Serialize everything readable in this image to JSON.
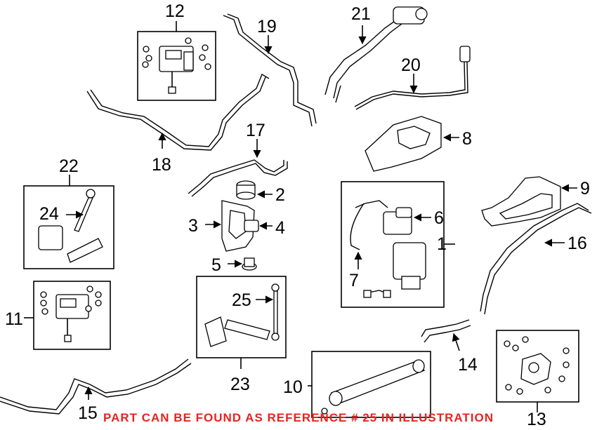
{
  "callouts": {
    "c1": "1",
    "c2": "2",
    "c3": "3",
    "c4": "4",
    "c5": "5",
    "c6": "6",
    "c7": "7",
    "c8": "8",
    "c9": "9",
    "c10": "10",
    "c11": "11",
    "c12": "12",
    "c13": "13",
    "c14": "14",
    "c15": "15",
    "c16": "16",
    "c17": "17",
    "c18": "18",
    "c19": "19",
    "c20": "20",
    "c21": "21",
    "c22": "22",
    "c23": "23",
    "c24": "24",
    "c25": "25"
  },
  "banner": "PART CAN BE FOUND AS REFERENCE # 25 IN ILLUSTRATION",
  "colors": {
    "banner": "#e8231e",
    "ink": "#000000",
    "background": "#ffffff"
  }
}
